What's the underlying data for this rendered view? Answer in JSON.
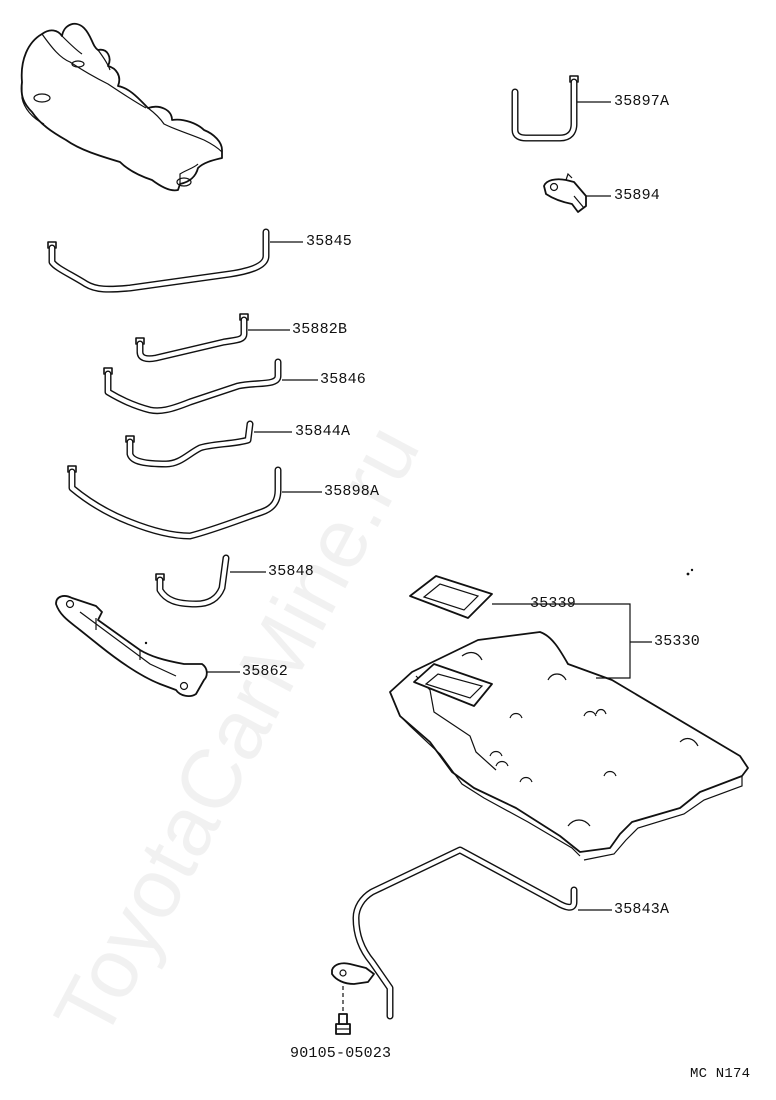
{
  "watermark": "ToyotaCarMine.ru",
  "figure_code": "MC N174",
  "parts": {
    "p35897a": "35897A",
    "p35894": "35894",
    "p35845": "35845",
    "p35882b": "35882B",
    "p35846": "35846",
    "p35844a": "35844A",
    "p35898a": "35898A",
    "p35848": "35848",
    "p35862": "35862",
    "p35339": "35339",
    "p35330": "35330",
    "p35843a": "35843A",
    "p90105": "90105-05023"
  }
}
